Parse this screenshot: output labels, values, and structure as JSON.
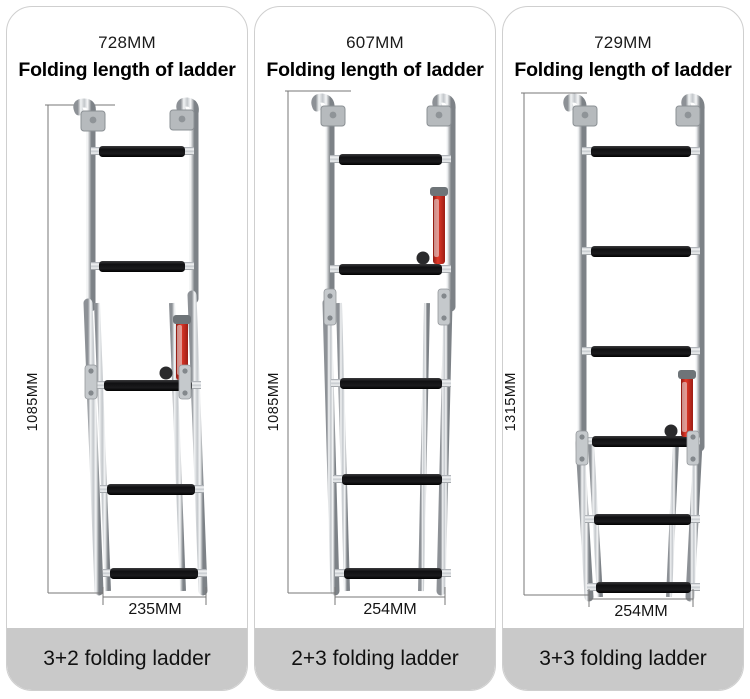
{
  "page": {
    "background": "#ffffff",
    "caption_bar_color": "#c9c9c9",
    "panel_border_color": "#cfcfcf"
  },
  "panels": [
    {
      "id": "panel-3-2",
      "top_dimension": "728MM",
      "title": "Folding length of ladder",
      "height_dimension": "1085MM",
      "width_dimension": "235MM",
      "caption": "3+2 folding ladder",
      "steps_total": 5,
      "steps_upper": 3,
      "steps_lower": 2,
      "fold_after_step": 2,
      "accent_color": "#d42a1e"
    },
    {
      "id": "panel-2-3",
      "top_dimension": "607MM",
      "title": "Folding length of ladder",
      "height_dimension": "1085MM",
      "width_dimension": "254MM",
      "caption": "2+3 folding ladder",
      "steps_total": 5,
      "steps_upper": 2,
      "steps_lower": 3,
      "fold_after_step": 2,
      "accent_color": "#d42a1e"
    },
    {
      "id": "panel-3-3",
      "top_dimension": "729MM",
      "title": "Folding length of ladder",
      "height_dimension": "1315MM",
      "width_dimension": "254MM",
      "caption": "3+3 folding ladder",
      "steps_total": 6,
      "steps_upper": 3,
      "steps_lower": 3,
      "fold_after_step": 3,
      "accent_color": "#d42a1e"
    }
  ],
  "materials": {
    "rail_label": "stainless-steel-rail",
    "step_label": "black-rubber-step",
    "joint_label": "red-spring-lock"
  }
}
